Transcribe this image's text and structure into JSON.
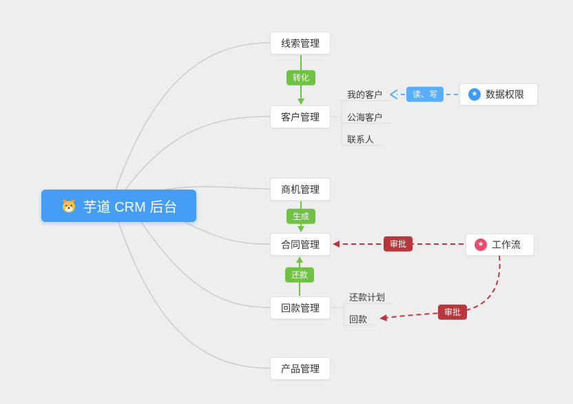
{
  "colors": {
    "bg": "#eeeeee",
    "root-bg": "#459df6",
    "green": "#6fc243",
    "blue": "#58aef8",
    "red": "#b8373d",
    "node-border": "#e3e3e3",
    "node-text": "#333333",
    "curve": "#c9c9c9",
    "bracket": "#d9d9d9",
    "permission-icon": "#3b9bf7",
    "workflow-icon": "#ee4a6b"
  },
  "root": {
    "label": "芋道 CRM 后台",
    "icon": "dog-face-icon"
  },
  "nodes": {
    "leads": {
      "label": "线索管理"
    },
    "customers": {
      "label": "客户管理"
    },
    "opportunity": {
      "label": "商机管理"
    },
    "contract": {
      "label": "合同管理"
    },
    "receivable": {
      "label": "回款管理"
    },
    "product": {
      "label": "产品管理"
    },
    "data_permission": {
      "label": "数据权限",
      "icon": "star-circle-blue"
    },
    "workflow": {
      "label": "工作流",
      "icon": "star-circle-pink"
    }
  },
  "sub_items": {
    "customers": [
      "我的客户",
      "公海客户",
      "联系人"
    ],
    "receivable": [
      "还款计划",
      "回款"
    ]
  },
  "badges": {
    "convert": "转化",
    "generate": "生成",
    "repay": "还款",
    "read_write": "读、写",
    "approve_contract": "审批",
    "approve_receivable": "审批"
  },
  "icons": {
    "star_glyph": "★"
  }
}
